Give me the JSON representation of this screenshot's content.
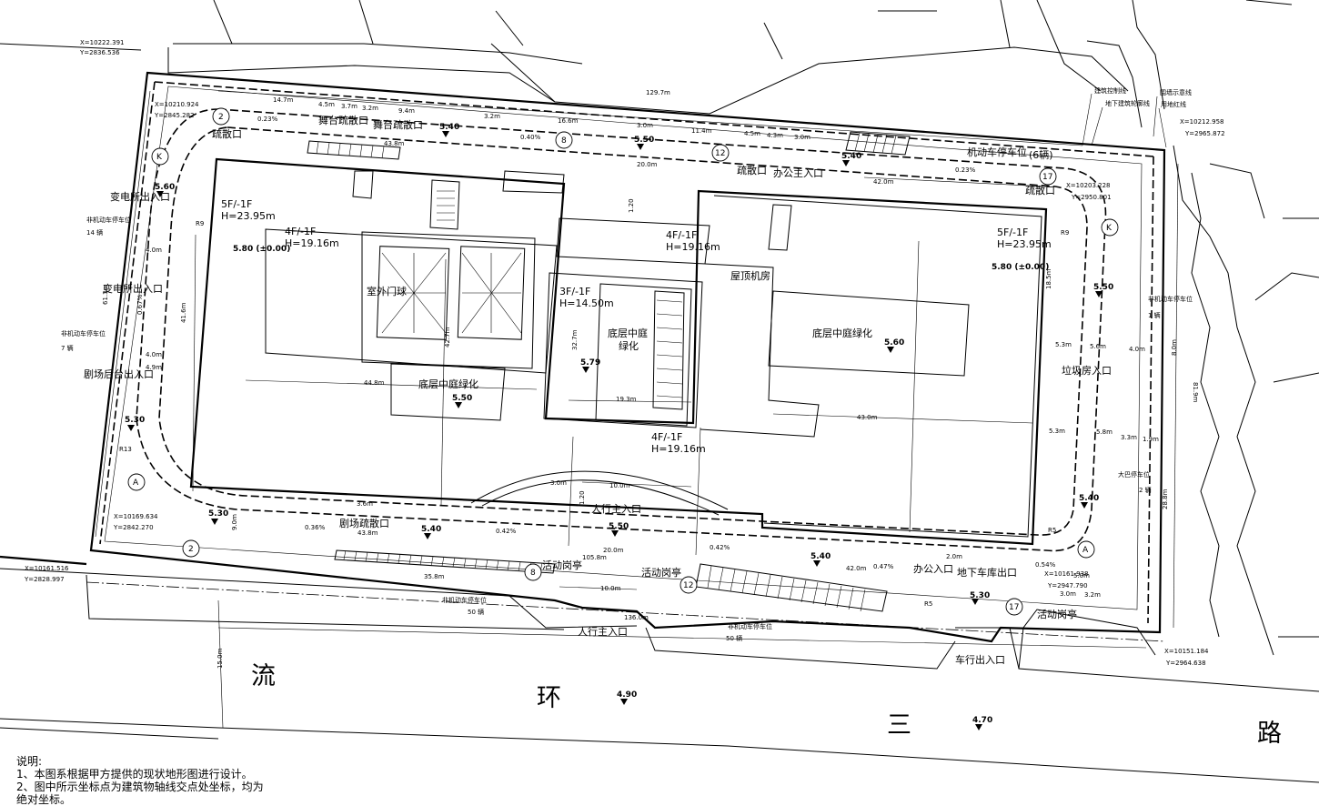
{
  "buildings": {
    "west": {
      "floors": "5F/-1F",
      "height": "H=23.95m",
      "elev": "5.80 (±0.00)"
    },
    "west_inner": {
      "floors": "4F/-1F",
      "height": "H=19.16m"
    },
    "center_top": {
      "floors": "4F/-1F",
      "height": "H=19.16m"
    },
    "center_bottom": {
      "floors": "4F/-1F",
      "height": "H=19.16m"
    },
    "center_mid": {
      "floors": "3F/-1F",
      "height": "H=14.50m"
    },
    "east": {
      "floors": "5F/-1F",
      "height": "H=23.95m",
      "elev": "5.80 (±0.00)"
    }
  },
  "labels": {
    "outdoor_pond": "室外门球",
    "courtyard_west": "底层中庭绿化",
    "courtyard_mid": "底层中庭",
    "courtyard_mid2": "绿化",
    "courtyard_east": "底层中庭绿化",
    "roof_room": "屋顶机房",
    "stage_exit": "舞台疏散口",
    "stage_exit2": "舞台疏散口",
    "evac_nw": "疏散口",
    "evac_top": "疏散口",
    "evac_ne": "疏散口",
    "office_main_top": "办公主入口",
    "vehicle_parking_ne": "机动车停车位",
    "vehicle_parking_ne_count": "(6辆)",
    "substation_1": "变电所出入口",
    "substation_2": "变电所出入口",
    "nonmotor_west_1": "非机动车停车位",
    "nonmotor_west_1_count": "14 辆",
    "nonmotor_west_2": "非机动车停车位",
    "nonmotor_west_2_count": "7 辆",
    "theater_entry": "剧场后台出入口",
    "garbage_entry": "垃圾房入口",
    "nonmotor_east": "非机动车停车位",
    "nonmotor_east_count": "1 辆",
    "bus_parking": "大巴停车位",
    "bus_parking_count": "2 辆",
    "theater_evac": "剧场疏散口",
    "pedestrian_main_inner": "人行主入口",
    "pedestrian_main": "人行主入口",
    "kiosk_1": "活动岗亭",
    "kiosk_2": "活动岗亭",
    "kiosk_3": "活动岗亭",
    "office_entry": "办公入口",
    "garage_exit": "地下车库出口",
    "vehicle_exit": "车行出入口",
    "nonmotor_south_1": "非机动车停车位",
    "nonmotor_south_1_count": "50 辆",
    "nonmotor_south_2": "非机动车停车位",
    "nonmotor_south_2_count": "50 辆",
    "legend_control": "建筑控制线",
    "legend_basement": "地下建筑轮廓线",
    "legend_wall": "围墙示意线",
    "legend_redline": "用地红线"
  },
  "coords": {
    "nw_x": "X=10222.391",
    "nw_y": "Y=2836.536",
    "n2_x": "X=10210.924",
    "n2_y": "Y=2845.282",
    "ne_x": "X=10212.958",
    "ne_y": "Y=2965.872",
    "ne2_x": "X=10203.228",
    "ne2_y": "Y=2950.801",
    "sw2_x": "X=10169.634",
    "sw2_y": "Y=2842.270",
    "sw_x": "X=10161.516",
    "sw_y": "Y=2828.997",
    "se2_x": "X=10161.938",
    "se2_y": "Y=2947.790",
    "se_x": "X=10151.184",
    "se_y": "Y=2964.638"
  },
  "elevations": {
    "e1": "5.60",
    "e2": "5.40",
    "e3": "5.50",
    "e4": "5.40",
    "e5": "5.80",
    "e6": "5.30",
    "e7": "5.30",
    "e8": "5.50",
    "e9": "5.79",
    "e10": "5.60",
    "e11": "5.50",
    "e12": "5.40",
    "e13": "5.30",
    "e14": "5.40",
    "e15": "5.40",
    "e16": "5.50",
    "e17": "5.30",
    "road1": "4.90",
    "road2": "4.70"
  },
  "dims": {
    "d_top_total": "129.7m",
    "d_a": "14.7m",
    "d_b": "4.5m",
    "d_c": "3.7m",
    "d_d": "3.2m",
    "d_e": "9.4m",
    "d_f": "3.2m",
    "d_g": "16.6m",
    "d_h": "11.4m",
    "d_i": "3.0m",
    "d_j": "43.8m",
    "d_k": "20.0m",
    "d_l": "4.5m",
    "d_m": "4.3m",
    "d_n": "3.0m",
    "d_o": "42.0m",
    "d_p": "44.8m",
    "d_q": "19.3m",
    "d_r": "43.0m",
    "d_s": "42.7m",
    "d_t": "32.7m",
    "d_u": "43.8m",
    "d_v": "105.8m",
    "d_w": "20.0m",
    "d_x": "42.0m",
    "d_y": "10.0m",
    "d_z": "10.0m",
    "d_aa": "136.0m",
    "d_ab": "5.3m",
    "d_ac": "5.3m",
    "d_ad": "4.0m",
    "d_ae": "4.0m",
    "d_af": "3.6m",
    "d_ag": "5.6m",
    "d_ah": "3.3m",
    "d_ai": "1.9m",
    "d_aj": "28.8m",
    "d_ak": "8.0m",
    "d_al": "81.9m",
    "d_am": "61.3m",
    "d_an": "41.6m",
    "d_ao": "4.0m",
    "d_ap": "4.9m",
    "d_aq": "5.8m",
    "d_ar": "3.0m",
    "d_as": "3.2m",
    "d_at": "2.0m",
    "d_au": "5.0m",
    "d_av": "15.0m",
    "d_aw": "35.8m",
    "d_ax": "18.5m",
    "d_ay": "9.0m",
    "d_az": "3.0m",
    "d_ba": "1.20",
    "d_bb": "1.20"
  },
  "slopes": {
    "s1": "0.23%",
    "s2": "0.40%",
    "s3": "0.23%",
    "s4": "0.67%",
    "s5": "0.36%",
    "s6": "0.42%",
    "s7": "0.42%",
    "s8": "0.47%",
    "s9": "0.54%"
  },
  "radii": {
    "r1": "R9",
    "r2": "R13",
    "r3": "R5",
    "r4": "R5",
    "r5": "R9"
  },
  "axes": {
    "a2": "2",
    "aK": "K",
    "aA": "A",
    "a8": "8",
    "a12": "12",
    "a17": "17",
    "a2b": "2",
    "a8b": "8",
    "a12b": "12",
    "a17b": "17",
    "aKb": "K",
    "aAb": "A"
  },
  "road": {
    "c1": "流",
    "c2": "环",
    "c3": "三",
    "c4": "路"
  },
  "notes": {
    "title": "说明:",
    "line1": "1、本图系根据甲方提供的现状地形图进行设计。",
    "line2": "2、图中所示坐标点为建筑物轴线交点处坐标，均为",
    "line3": "绝对坐标。"
  }
}
